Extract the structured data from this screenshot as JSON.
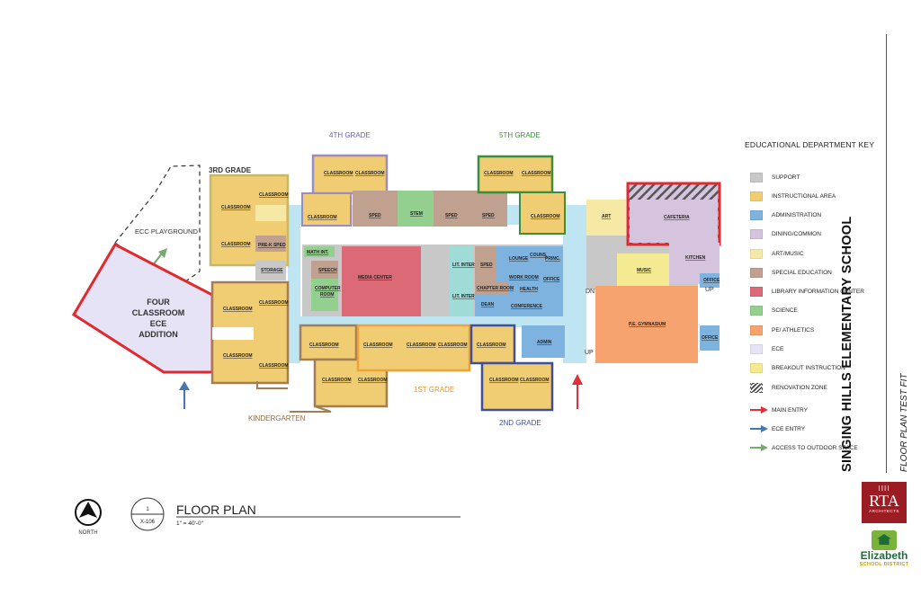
{
  "colors": {
    "support": "#c8c8c8",
    "instructional": "#f0cc73",
    "administration": "#7eb3df",
    "dining": "#d6c3dd",
    "art_music": "#f6e9a6",
    "special_education": "#c0a08e",
    "library": "#dc6a76",
    "science": "#93cf8e",
    "pe": "#f6a370",
    "ece": "#e6e3f6",
    "breakout": "#f4ea91",
    "corridor": "#bfe4f2",
    "main_entry": "#e0303a",
    "ece_entry": "#4776b7",
    "outdoor": "#7aa871"
  },
  "labels": {
    "grade3": "3RD GRADE",
    "grade4": "4TH GRADE",
    "grade5": "5TH GRADE",
    "grade1": "1ST GRADE",
    "grade2": "2ND GRADE",
    "kindergarten": "KINDERGARTEN",
    "ecc_playground": "ECC PLAYGROUND",
    "addition_l1": "FOUR",
    "addition_l2": "CLASSROOM",
    "addition_l3": "ECE",
    "addition_l4": "ADDITION",
    "dn": "DN",
    "up": "UP",
    "up2": "UP"
  },
  "rooms": {
    "classroom": "CLASSROOM",
    "prek_sped": "PRE-K SPED",
    "storage": "STORAGE",
    "sped": "SPED",
    "stem": "STEM",
    "math_int": "MATH INT.",
    "speech": "SPEECH",
    "computer1": "COMPUTER",
    "computer2": "ROOM",
    "media_center": "MEDIA CENTER",
    "lit_inter": "LIT. INTER",
    "lounge": "LOUNGE",
    "couns": "COUNS.",
    "princ": "PRINC.",
    "work_room": "WORK ROOM",
    "office": "OFFICE",
    "chapter_room": "CHAPTER ROOM",
    "health": "HEALTH",
    "dean": "DEAN",
    "conference": "CONFERENCE",
    "admin": "ADMIN",
    "art": "ART",
    "cafeteria": "CAFETERIA",
    "kitchen": "KITCHEN",
    "music": "MUSIC",
    "pe_gym": "P.E. GYMNASIUM"
  },
  "key": {
    "title": "EDUCATIONAL DEPARTMENT KEY",
    "items": [
      {
        "label": "SUPPORT",
        "color": "#c8c8c8"
      },
      {
        "label": "INSTRUCTIONAL AREA",
        "color": "#f0cc73"
      },
      {
        "label": "ADMINISTRATION",
        "color": "#7eb3df"
      },
      {
        "label": "DINING/COMMON",
        "color": "#d6c3dd"
      },
      {
        "label": "ART/MUSIC",
        "color": "#f6e9a6"
      },
      {
        "label": "SPECIAL EDUCATION",
        "color": "#c0a08e"
      },
      {
        "label": "LIBRARY INFORMATION CENTER",
        "color": "#dc6a76"
      },
      {
        "label": "SCIENCE",
        "color": "#93cf8e"
      },
      {
        "label": "PE/ ATHLETICS",
        "color": "#f6a370"
      },
      {
        "label": "ECE",
        "color": "#e6e3f6"
      },
      {
        "label": "BREAKOUT INSTRUCTION",
        "color": "#f4ea91"
      },
      {
        "label": "RENOVATION ZONE",
        "color": "hatch"
      }
    ],
    "arrows": [
      {
        "label": "MAIN ENTRY",
        "color": "#e0303a"
      },
      {
        "label": "ECE ENTRY",
        "color": "#4776b7"
      },
      {
        "label": "ACCESS TO OUTDOOR SPACE",
        "color": "#7aa871"
      }
    ]
  },
  "title_block": {
    "number": "1",
    "sheet": "X-106",
    "title": "FLOOR PLAN",
    "scale": "1\" = 40'-0\"",
    "north": "NORTH"
  },
  "project": {
    "name": "SINGING HILLS ELEMENTARY SCHOOL",
    "subtitle": "FLOOR PLAN TEST FIT"
  },
  "logos": {
    "rta_icon": "IIII",
    "rta": "RTA",
    "rta_sub": "ARCHITECTS",
    "district_name": "Elizabeth",
    "district_sub": "SCHOOL DISTRICT"
  }
}
